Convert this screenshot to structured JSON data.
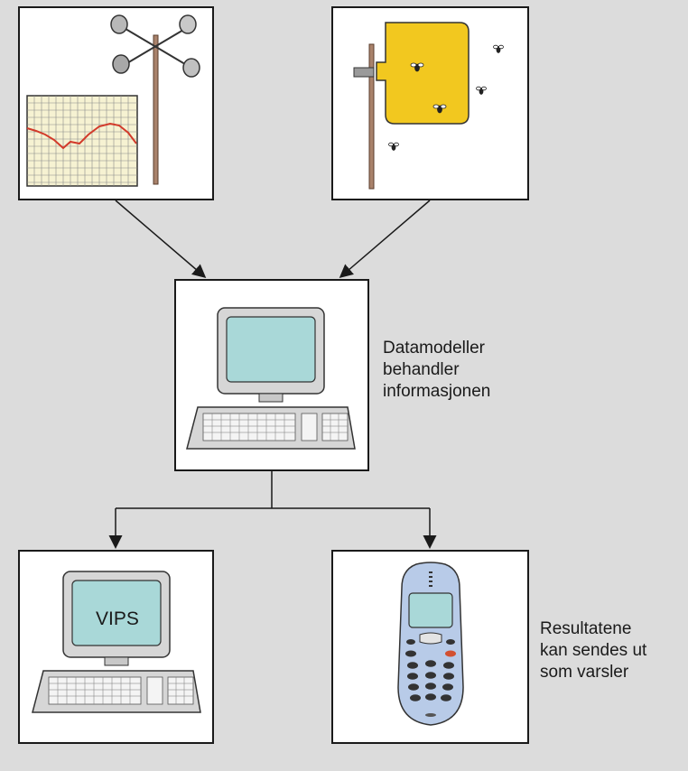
{
  "captions": {
    "models": [
      "Datamodeller",
      "behandler",
      "informasjonen"
    ],
    "results": [
      "Resultatene",
      "kan sendes ut",
      "som varsler"
    ]
  },
  "screens": {
    "vips_label": "VIPS"
  },
  "colors": {
    "background": "#dcdcdc",
    "screen": "#a9d8d8",
    "trap": "#f2c81f",
    "phone": "#b8cbe8",
    "chart_line": "#d23a2a",
    "grid_paper": "#f6f2d2"
  },
  "icons": [
    "anemometer-icon",
    "weather-graph-icon",
    "sticky-trap-icon",
    "insect-icon",
    "computer-icon",
    "mobile-phone-icon"
  ]
}
